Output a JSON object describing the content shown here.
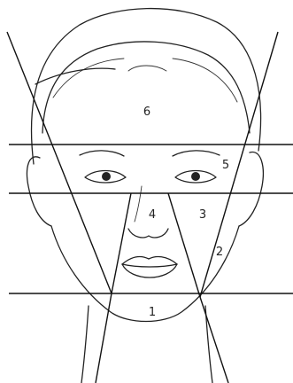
{
  "region_labels": [
    {
      "id": "1",
      "text": "1"
    },
    {
      "id": "2",
      "text": "2"
    },
    {
      "id": "3",
      "text": "3"
    },
    {
      "id": "4",
      "text": "4"
    },
    {
      "id": "5",
      "text": "5"
    },
    {
      "id": "6",
      "text": "6"
    }
  ],
  "colors": {
    "line": "#111111",
    "background": "#ffffff"
  }
}
